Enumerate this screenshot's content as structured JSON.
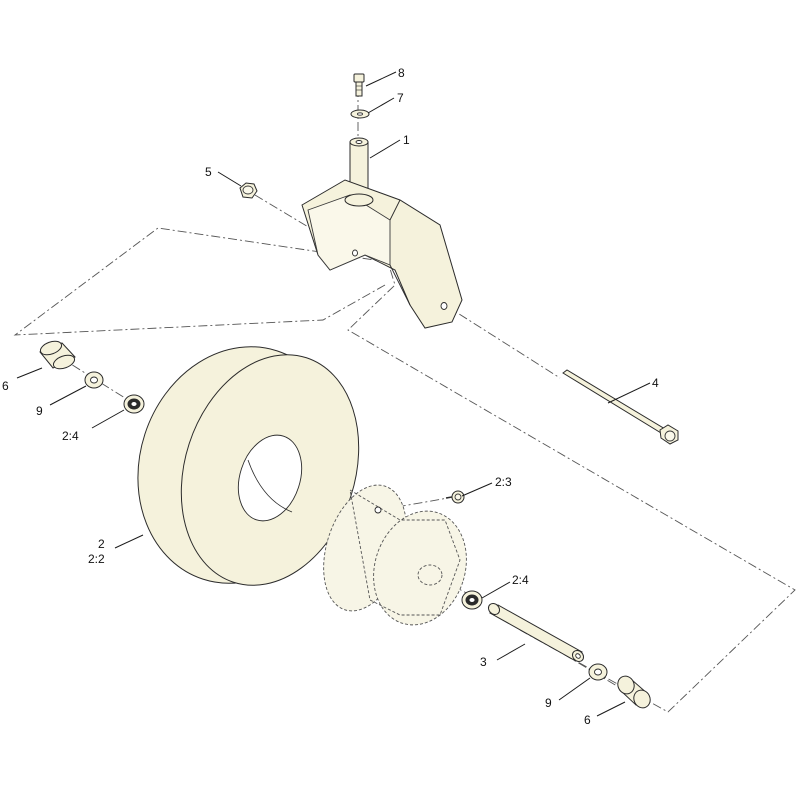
{
  "callouts": {
    "p8": "8",
    "p7": "7",
    "p1": "1",
    "p5": "5",
    "p4": "4",
    "p6_top": "6",
    "p9_top": "9",
    "p24_top": "2:4",
    "p2": "2",
    "p22": "2:2",
    "p23": "2:3",
    "p24_bot": "2:4",
    "p3": "3",
    "p9_bot": "9",
    "p6_bot": "6"
  },
  "colors": {
    "part_fill": "#f5f2dc",
    "line": "#2b2b2b"
  }
}
